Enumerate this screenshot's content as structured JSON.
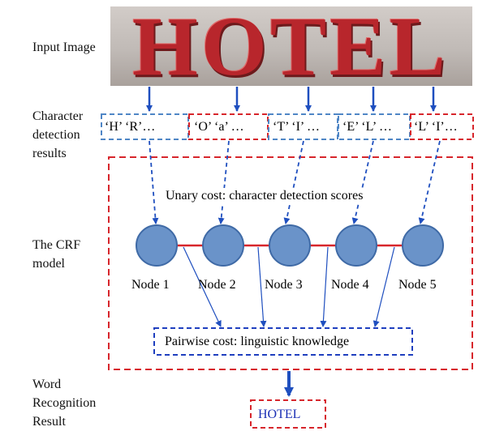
{
  "labels": {
    "input": "Input Image",
    "detection": [
      "Character",
      "detection",
      "results"
    ],
    "crf": [
      "The CRF",
      "model"
    ],
    "word": [
      "Word",
      "Recognition",
      "Result"
    ]
  },
  "input_image": {
    "word": "HOTEL"
  },
  "detections": [
    "‘H’ ‘R’…",
    "‘O’ ‘a’ …",
    "‘T’ ‘I’ …",
    "‘E’ ‘L’ …",
    "‘L’ ‘I’…"
  ],
  "unary_cost": "Unary cost: character detection scores",
  "nodes": [
    "Node 1",
    "Node 2",
    "Node 3",
    "Node 4",
    "Node 5"
  ],
  "pairwise_cost": "Pairwise cost: linguistic  knowledge",
  "result": "HOTEL",
  "colors": {
    "blue_dash": "#4f86c6",
    "red_dash": "#d7262c",
    "arrow": "#1f4fbf",
    "node_fill": "#6a93c9",
    "node_stroke": "#3f6aa6",
    "edge": "#d7262c",
    "result_text": "#1a2fb5"
  }
}
